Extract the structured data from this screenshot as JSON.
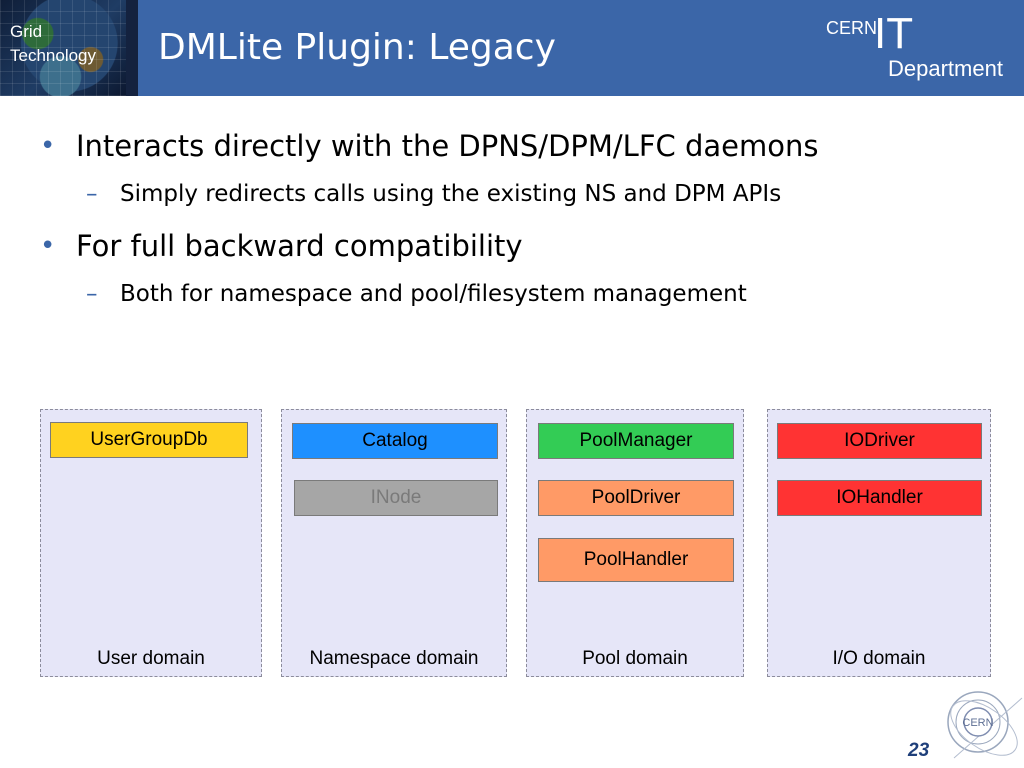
{
  "header": {
    "logo_text_line1": "Grid",
    "logo_text_line2": "Technology",
    "title": "DMLite Plugin: Legacy",
    "cern_logo": {
      "cern": "CERN",
      "it": "IT",
      "department": "Department"
    }
  },
  "bullets": [
    {
      "level": 1,
      "marker": "•",
      "text": "Interacts directly with the DPNS/DPM/LFC daemons"
    },
    {
      "level": 2,
      "marker": "–",
      "text": "Simply redirects calls using the existing NS and DPM APIs"
    },
    {
      "level": 1,
      "marker": "•",
      "text": "For full backward compatibility"
    },
    {
      "level": 2,
      "marker": "–",
      "text": "Both for namespace and pool/filesystem management"
    }
  ],
  "domains": [
    {
      "label": "User domain",
      "components": [
        {
          "label": "UserGroupDb",
          "color": "#ffd21f"
        }
      ]
    },
    {
      "label": "Namespace domain",
      "components": [
        {
          "label": "Catalog",
          "color": "#1e90ff"
        },
        {
          "label": "INode",
          "color": "#a6a6a6",
          "text_color": "#7a7a7a"
        }
      ]
    },
    {
      "label": "Pool domain",
      "components": [
        {
          "label": "PoolManager",
          "color": "#33cc55"
        },
        {
          "label": "PoolDriver",
          "color": "#ff9a66"
        },
        {
          "label": "PoolHandler",
          "color": "#ff9a66"
        }
      ]
    },
    {
      "label": "I/O domain",
      "components": [
        {
          "label": "IODriver",
          "color": "#ff3333"
        },
        {
          "label": "IOHandler",
          "color": "#ff3333"
        }
      ]
    }
  ],
  "footer": {
    "page_number": "23",
    "seal_text": "CERN"
  },
  "colors": {
    "header_bg": "#3b66a8",
    "accent": "#3b66a8",
    "domain_bg": "#e6e6f8"
  }
}
